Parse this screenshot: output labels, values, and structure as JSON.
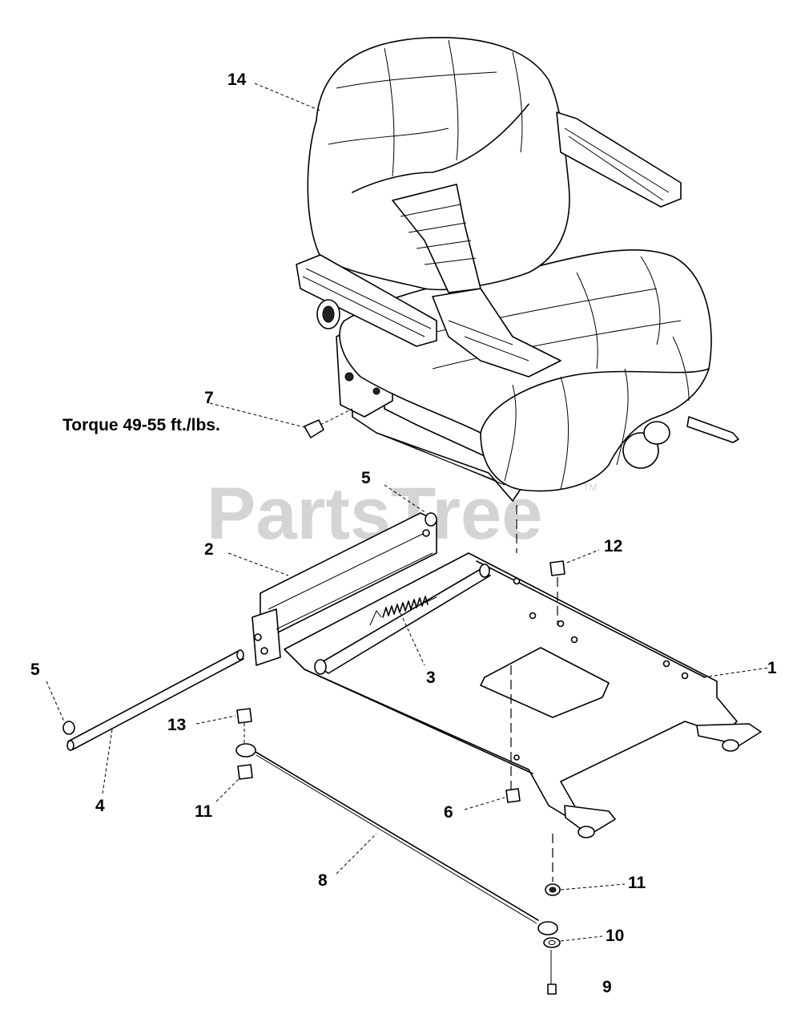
{
  "watermark": {
    "text": "PartsTree",
    "tm": "TM"
  },
  "note": {
    "torque": "Torque 49-55 ft./lbs."
  },
  "callouts": {
    "c14": "14",
    "c7": "7",
    "c5a": "5",
    "c12": "12",
    "c2": "2",
    "c5b": "5",
    "c1": "1",
    "c3": "3",
    "c13": "13",
    "c4": "4",
    "c11a": "11",
    "c6": "6",
    "c8": "8",
    "c11b": "11",
    "c10": "10",
    "c9": "9"
  },
  "colors": {
    "line": "#000000",
    "background": "#ffffff",
    "watermark": "#d4d4d4"
  }
}
